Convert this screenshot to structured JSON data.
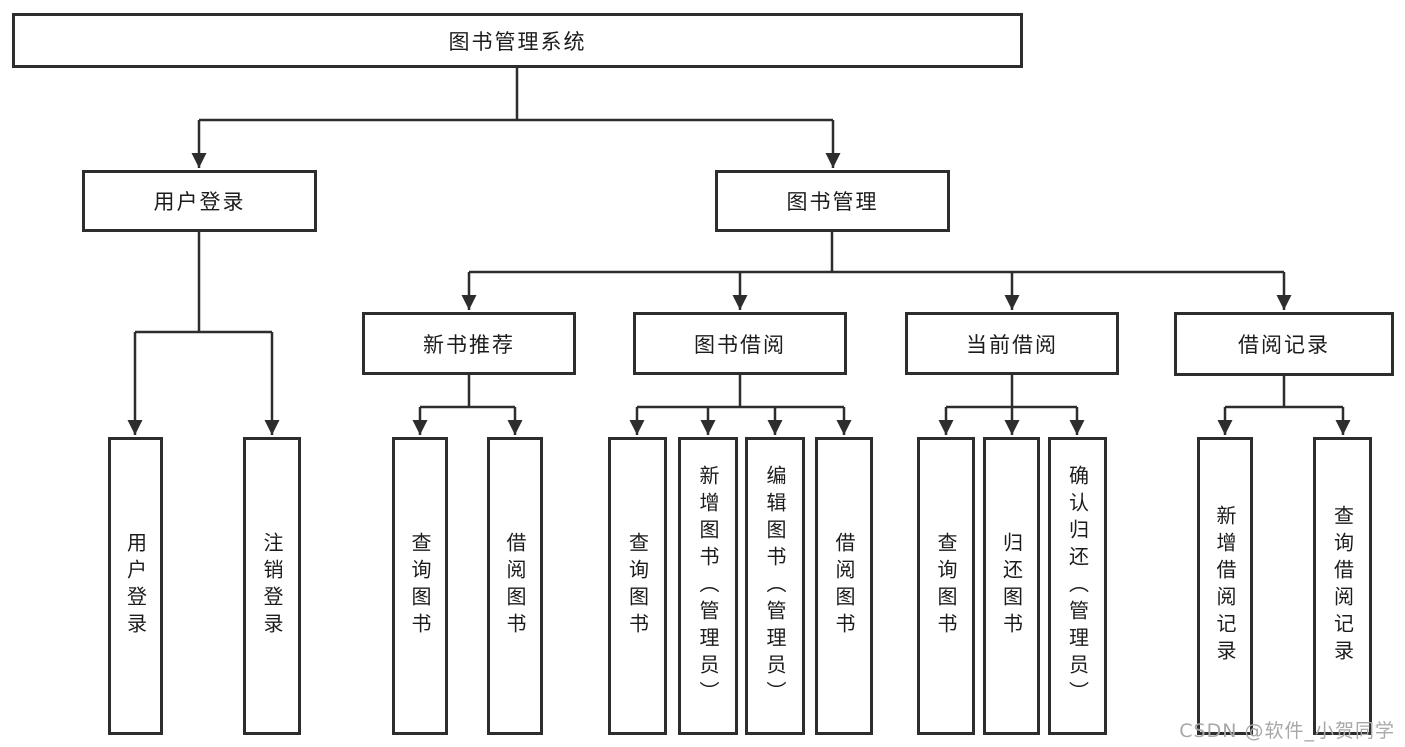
{
  "diagram_title": "图书管理系统",
  "colors": {
    "line": "#2d2d2d",
    "box_border": "#2d2d2d",
    "box_background": "#ffffff",
    "text": "#1c1c1c",
    "watermark": "#a8a8a8"
  },
  "nodes": {
    "root": {
      "label": "图书管理系统"
    },
    "level2": [
      {
        "label": "用户登录"
      },
      {
        "label": "图书管理"
      }
    ],
    "level3": [
      {
        "label": "新书推荐",
        "parent": "图书管理"
      },
      {
        "label": "图书借阅",
        "parent": "图书管理"
      },
      {
        "label": "当前借阅",
        "parent": "图书管理"
      },
      {
        "label": "借阅记录",
        "parent": "图书管理"
      }
    ],
    "leaves": [
      {
        "label": "用户登录",
        "parent": "用户登录"
      },
      {
        "label": "注销登录",
        "parent": "用户登录"
      },
      {
        "label": "查询图书",
        "parent": "新书推荐"
      },
      {
        "label": "借阅图书",
        "parent": "新书推荐"
      },
      {
        "label": "查询图书",
        "parent": "图书借阅"
      },
      {
        "label": "新增图书（管理员）",
        "parent": "图书借阅"
      },
      {
        "label": "编辑图书（管理员）",
        "parent": "图书借阅"
      },
      {
        "label": "借阅图书",
        "parent": "图书借阅"
      },
      {
        "label": "查询图书",
        "parent": "当前借阅"
      },
      {
        "label": "归还图书",
        "parent": "当前借阅"
      },
      {
        "label": "确认归还（管理员）",
        "parent": "当前借阅"
      },
      {
        "label": "新增借阅记录",
        "parent": "借阅记录"
      },
      {
        "label": "查询借阅记录",
        "parent": "借阅记录"
      }
    ]
  },
  "watermark": {
    "text": "CSDN @软件_小贺同学"
  }
}
